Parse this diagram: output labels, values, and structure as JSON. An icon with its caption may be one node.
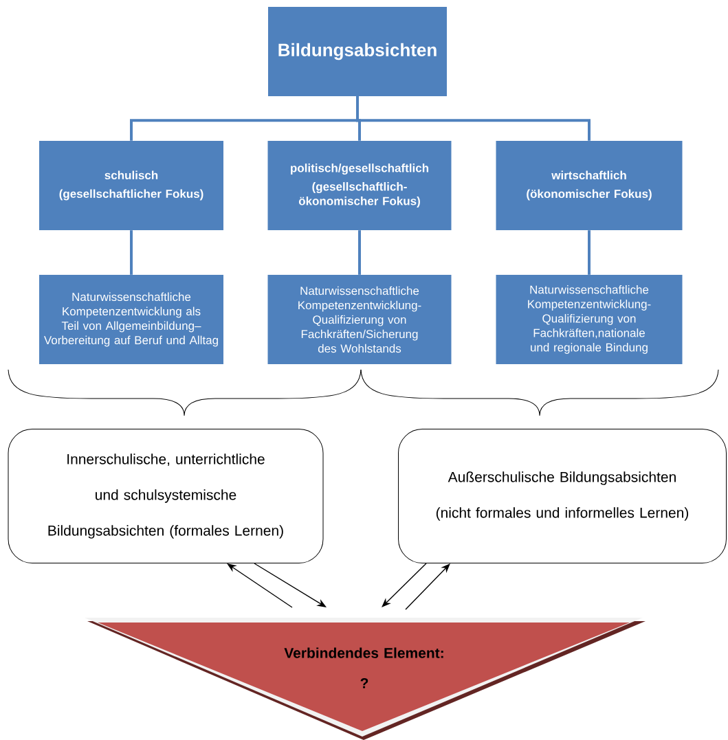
{
  "diagram": {
    "nodes": [
      {
        "text": [
          "Bildungsabsichten"
        ]
      },
      {
        "text": [
          "schulisch",
          "(gesellschaftlicher Fokus)"
        ]
      },
      {
        "text": [
          "politisch/gesellschaftlich",
          "(gesellschaftlich-ökonomischer Fokus)"
        ]
      },
      {
        "text": [
          "wirtschaftlich",
          "(ökonomischer Fokus)"
        ]
      },
      {
        "text": [
          "Naturwissenschaftliche Kompetenzentwicklung als Teil von Allgemeinbildung– Vorbereitung auf Beruf und Alltag"
        ]
      },
      {
        "text": [
          "Naturwissenschaftliche Kompetenzentwicklung- Qualifizierung von Fachkräften/Sicherung des Wohlstands"
        ]
      },
      {
        "text": [
          "Naturwissenschaftliche Kompetenzentwicklung- Qualifizierung von Fachkräften,nationale und regionale Bindung"
        ]
      },
      {
        "text": [
          "Innerschulische, unterrichtliche und schulsystemische Bildungsabsichten (formales Lernen)"
        ]
      },
      {
        "text": [
          "Außerschulische Bildungsabsichten (nicht formales und informelles Lernen)"
        ]
      },
      {
        "text": [
          "Verbindendes Element:",
          "?"
        ]
      }
    ],
    "edges": [
      {
        "from": 0,
        "to": 1,
        "arrow": "none"
      },
      {
        "from": 0,
        "to": 2,
        "arrow": "none"
      },
      {
        "from": 0,
        "to": 3,
        "arrow": "none"
      },
      {
        "from": 1,
        "to": 4,
        "arrow": "none"
      },
      {
        "from": 2,
        "to": 5,
        "arrow": "none"
      },
      {
        "from": 3,
        "to": 6,
        "arrow": "none"
      },
      {
        "from": 9,
        "to": 7,
        "arrow": "to",
        "color": "#000000"
      },
      {
        "from": 7,
        "to": 9,
        "arrow": "to",
        "color": "#000000"
      },
      {
        "from": 8,
        "to": 9,
        "arrow": "to",
        "color": "#000000"
      },
      {
        "from": 9,
        "to": 8,
        "arrow": "to",
        "color": "#000000"
      }
    ]
  }
}
